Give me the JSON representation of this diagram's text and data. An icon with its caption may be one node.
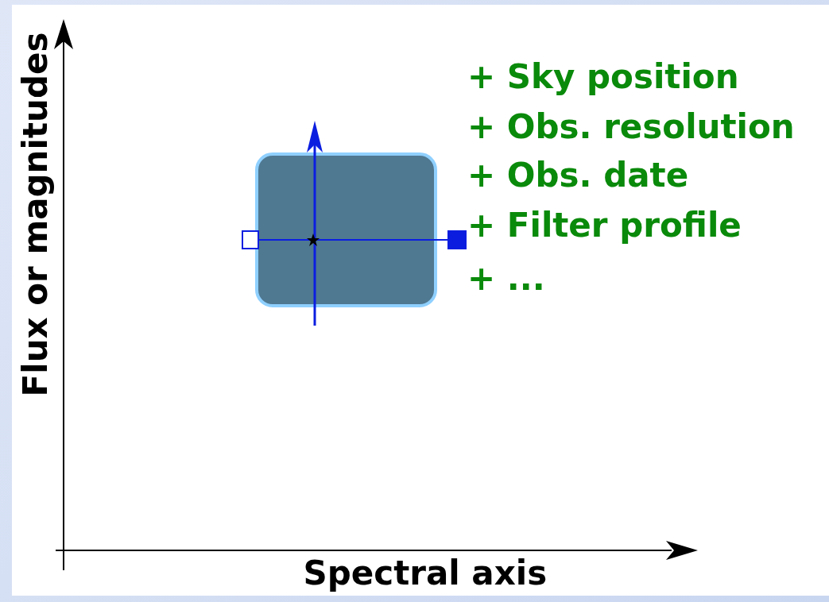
{
  "diagram": {
    "labels": [
      "Flux or magnitudes",
      "+ Sky position",
      "+ Obs. resolution",
      "+ Obs. date",
      "+ Filter profile",
      "+ ...",
      "Spectral axis"
    ]
  }
}
